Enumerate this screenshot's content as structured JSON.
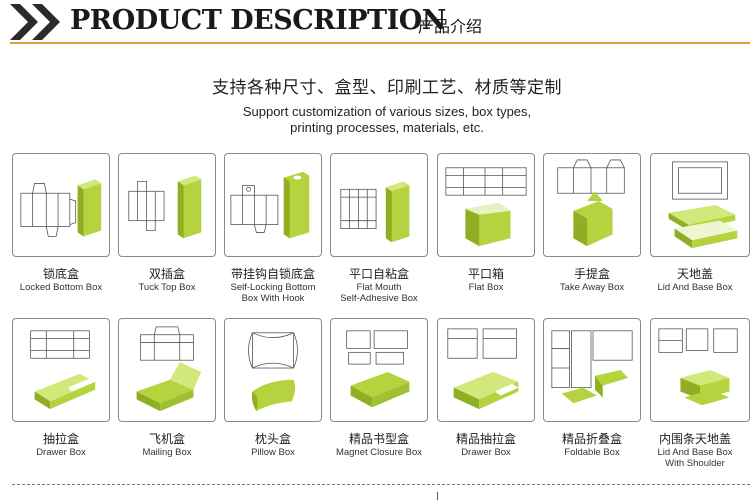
{
  "header": {
    "title_en": "PRODUCT DESCRIPTION",
    "title_cn": "产品介绍",
    "icon": "double-chevron-icon",
    "rule_color": "#d9a23a"
  },
  "subtitle": {
    "cn": "支持各种尺寸、盒型、印刷工艺、材质等定制",
    "en_line1": "Support customization of various sizes, box types,",
    "en_line2": "printing processes, materials, etc."
  },
  "colors": {
    "box_green": "#b5d33f",
    "box_green_dark": "#8fae24",
    "line_art": "#555555"
  },
  "boxes": [
    {
      "cn": "锁底盒",
      "en1": "Locked Bottom Box",
      "en2": ""
    },
    {
      "cn": "双插盒",
      "en1": "Tuck Top Box",
      "en2": ""
    },
    {
      "cn": "带挂钩自锁底盒",
      "en1": "Self-Locking Bottom",
      "en2": "Box With Hook"
    },
    {
      "cn": "平口自粘盒",
      "en1": "Flat Mouth",
      "en2": "Self-Adhesive Box"
    },
    {
      "cn": "平口箱",
      "en1": "Flat Box",
      "en2": ""
    },
    {
      "cn": "手提盒",
      "en1": "Take Away Box",
      "en2": ""
    },
    {
      "cn": "天地盖",
      "en1": "Lid And Base Box",
      "en2": ""
    },
    {
      "cn": "抽拉盒",
      "en1": "Drawer Box",
      "en2": ""
    },
    {
      "cn": "飞机盒",
      "en1": "Mailing Box",
      "en2": ""
    },
    {
      "cn": "枕头盒",
      "en1": "Pillow Box",
      "en2": ""
    },
    {
      "cn": "精品书型盒",
      "en1": "Magnet Closure Box",
      "en2": ""
    },
    {
      "cn": "精品抽拉盒",
      "en1": "Drawer Box",
      "en2": ""
    },
    {
      "cn": "精品折叠盒",
      "en1": "Foldable Box",
      "en2": ""
    },
    {
      "cn": "内围条天地盖",
      "en1": "Lid And Base Box",
      "en2": "With Shoulder"
    }
  ]
}
